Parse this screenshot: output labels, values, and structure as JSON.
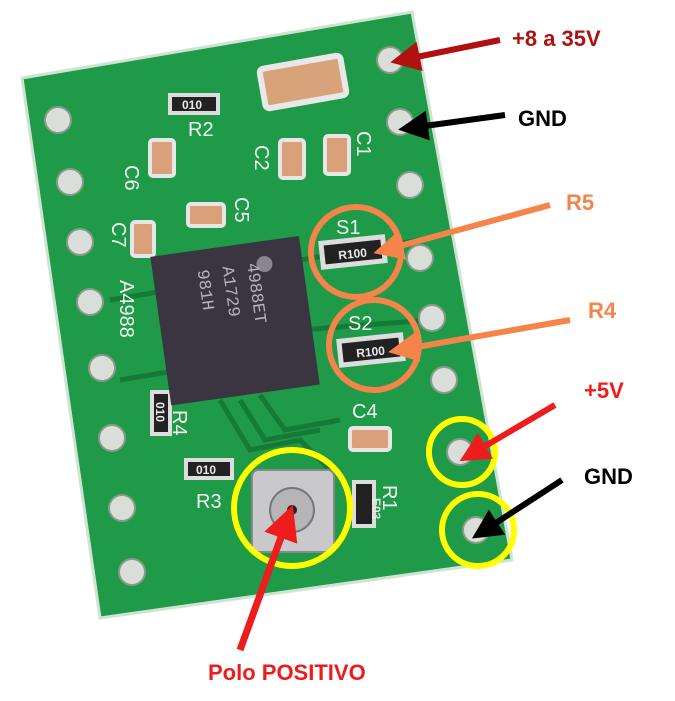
{
  "labels": {
    "vmot": "+8 a 35V",
    "gnd_motor": "GND",
    "r5": "R5",
    "r4": "R4",
    "vdd": "+5V",
    "gnd_logic": "GND",
    "pot": "Polo POSITIVO"
  },
  "board": {
    "chip_lines": [
      "4988ET",
      "A1729",
      "981H"
    ],
    "silkscreen": [
      "R2",
      "C6",
      "C7",
      "C5",
      "C2",
      "C1",
      "S1",
      "S2",
      "A4988",
      "R4",
      "C4",
      "R3",
      "R1"
    ],
    "resistor_codes": [
      "010",
      "R100",
      "R100",
      "010",
      "E03",
      "010"
    ]
  },
  "colors": {
    "pcb": "#1f9a4a",
    "dark_red": "#b01010",
    "red": "#ee1c1c",
    "orange": "#f5844a",
    "yellow": "#ffff00",
    "black": "#000000"
  }
}
